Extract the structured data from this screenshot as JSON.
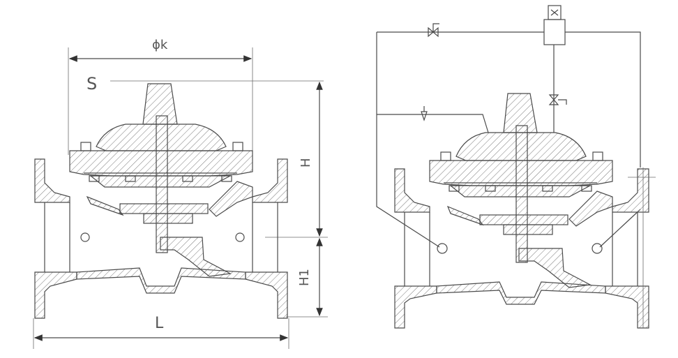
{
  "dimensions": {
    "phi_k": "ϕk",
    "S": "S",
    "H": "H",
    "H1": "H1",
    "L": "L"
  },
  "colors": {
    "line": "#4a4a4a",
    "background": "#ffffff"
  }
}
